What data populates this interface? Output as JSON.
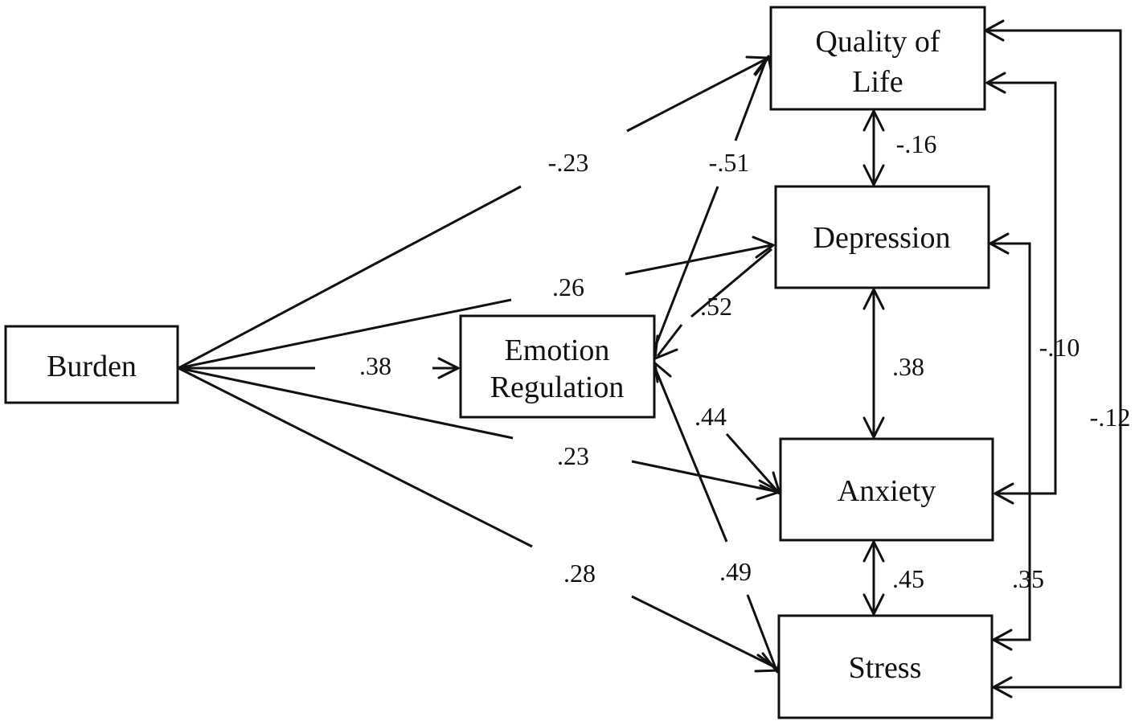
{
  "nodes": {
    "burden": [
      "Burden"
    ],
    "emotion_regulation": [
      "Emotion",
      "Regulation"
    ],
    "quality_of_life": [
      "Quality of",
      "Life"
    ],
    "depression": [
      "Depression"
    ],
    "anxiety": [
      "Anxiety"
    ],
    "stress": [
      "Stress"
    ]
  },
  "coefficients": {
    "burden_to_qol": "-.23",
    "burden_to_depression": ".26",
    "burden_to_emotion_regulation": ".38",
    "burden_to_anxiety": ".23",
    "burden_to_stress": ".28",
    "er_to_qol": "-.51",
    "er_to_depression": ".52",
    "er_to_anxiety": ".44",
    "er_to_stress": ".49",
    "qol_depression": "-.16",
    "depression_anxiety": ".38",
    "anxiety_stress": ".45",
    "qol_anxiety": "-.10",
    "depression_stress": ".35",
    "qol_stress": "-.12"
  }
}
